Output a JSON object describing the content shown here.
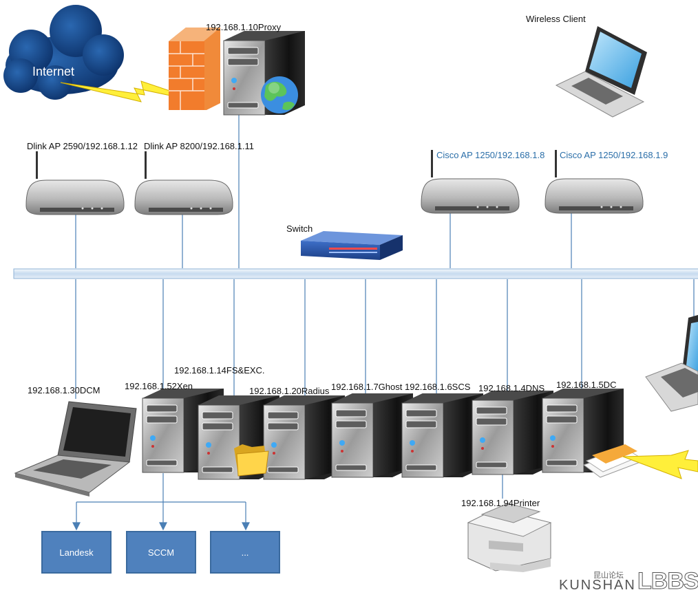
{
  "labels": {
    "internet": "Internet",
    "proxy": "192.168.1.10Proxy",
    "wireless_client": "Wireless Client",
    "ap1": "Dlink AP 2590/192.168.1.12",
    "ap2": "Dlink AP 8200/192.168.1.11",
    "ap3": "Cisco AP 1250/192.168.1.8",
    "ap4": "Cisco AP 1250/192.168.1.9",
    "switch": "Switch",
    "dcm": "192.168.1.30DCM",
    "xen": "192.168.1.52Xen",
    "fs": "192.168.1.14FS&EXC.",
    "radius": "192.168.1.20Radius",
    "ghost": "192.168.1.7Ghost",
    "scs": "192.168.1.6SCS",
    "dns": "192.168.1.4DNS",
    "dc": "192.168.1.5DC",
    "printer": "192.168.1.94Printer"
  },
  "boxes": {
    "landesk": "Landesk",
    "sccm": "SCCM",
    "more": "..."
  },
  "watermark": {
    "main": "KUNSHAN",
    "logo": "LBBS",
    "chinese": "昆山论坛"
  },
  "colors": {
    "bus": "#dbe8f5",
    "bus_border": "#7fa7cf",
    "link": "#4a7fb5",
    "box": "#4f81bd"
  }
}
